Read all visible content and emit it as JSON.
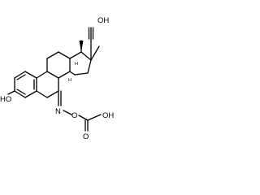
{
  "molecule": {
    "labels": {
      "oh_top": "OH",
      "ho_left": "HO",
      "n": "N",
      "o_oxime": "O",
      "o_carbonyl": "O",
      "oh_acid": "OH",
      "h_upper": "H",
      "h_lower": "H",
      "h_stereo": "H",
      "h_stereo2": "H"
    },
    "stereo_annotations": {
      "h_mid": "H",
      "h_upper_label": "H"
    }
  }
}
